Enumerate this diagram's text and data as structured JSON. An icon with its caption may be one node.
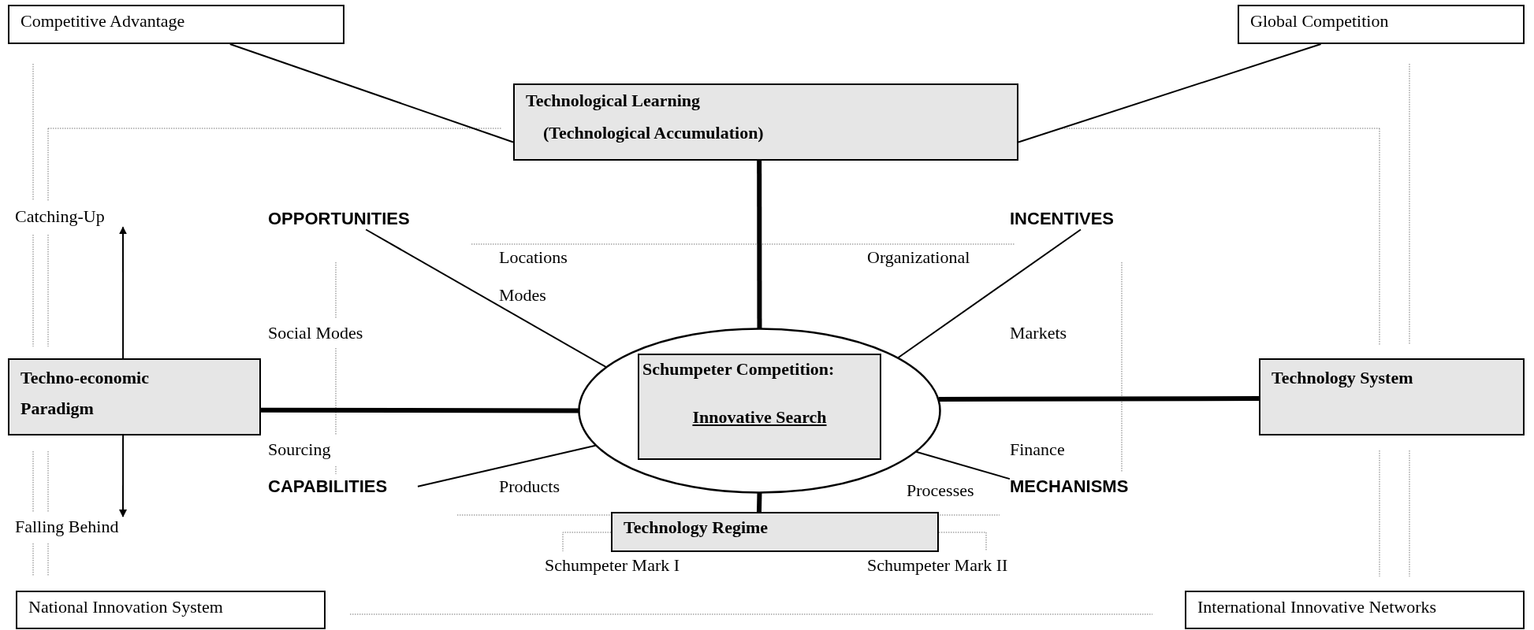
{
  "diagram": {
    "nodes": [
      {
        "text": [
          "Competitive Advantage"
        ]
      },
      {
        "text": [
          "Global Competition"
        ]
      },
      {
        "text": [
          "Technological Learning",
          "(Technological Accumulation)"
        ]
      },
      {
        "text": [
          "Techno-economic Paradigm"
        ]
      },
      {
        "text": [],
        "shape": "ellipse"
      },
      {
        "text": [
          "Schumpeter Competition:",
          "Innovative Search"
        ],
        "in": 4
      },
      {
        "text": [
          "Technology System"
        ]
      },
      {
        "text": [
          "Technology Regime"
        ]
      },
      {
        "text": [
          "National Innovation System"
        ]
      },
      {
        "text": [
          "International Innovative Networks"
        ]
      },
      {
        "text": [
          "Catching-Up"
        ]
      },
      {
        "text": [
          "Falling Behind"
        ]
      },
      {
        "text": [
          "OPPORTUNITIES"
        ]
      },
      {
        "text": [
          "INCENTIVES"
        ]
      },
      {
        "text": [
          "CAPABILITIES"
        ]
      },
      {
        "text": [
          "MECHANISMS"
        ]
      }
    ],
    "edges": [
      {
        "from": 0,
        "to": 2,
        "arrow": "none"
      },
      {
        "from": 1,
        "to": 2,
        "arrow": "none"
      },
      {
        "from": 2,
        "to": 4,
        "arrow": "none",
        "style": "thick"
      },
      {
        "from": 12,
        "to": 4,
        "arrow": "none"
      },
      {
        "from": 13,
        "to": 4,
        "arrow": "none"
      },
      {
        "from": 3,
        "to": 4,
        "arrow": "none",
        "style": "thick"
      },
      {
        "from": 6,
        "to": 4,
        "arrow": "none",
        "style": "thick"
      },
      {
        "from": 14,
        "to": 4,
        "arrow": "none"
      },
      {
        "from": 15,
        "to": 4,
        "arrow": "none"
      },
      {
        "from": 4,
        "to": 7,
        "arrow": "none",
        "style": "thick"
      },
      {
        "from": 3,
        "to": 10,
        "arrow": "to"
      },
      {
        "from": 3,
        "to": 11,
        "arrow": "to"
      }
    ],
    "labels": [
      "Locations",
      "Organizational",
      "Modes",
      "Social Modes",
      "Markets",
      "Sourcing",
      "Finance",
      "Products",
      "Processes",
      "Schumpeter Mark I",
      "Schumpeter Mark II"
    ]
  }
}
